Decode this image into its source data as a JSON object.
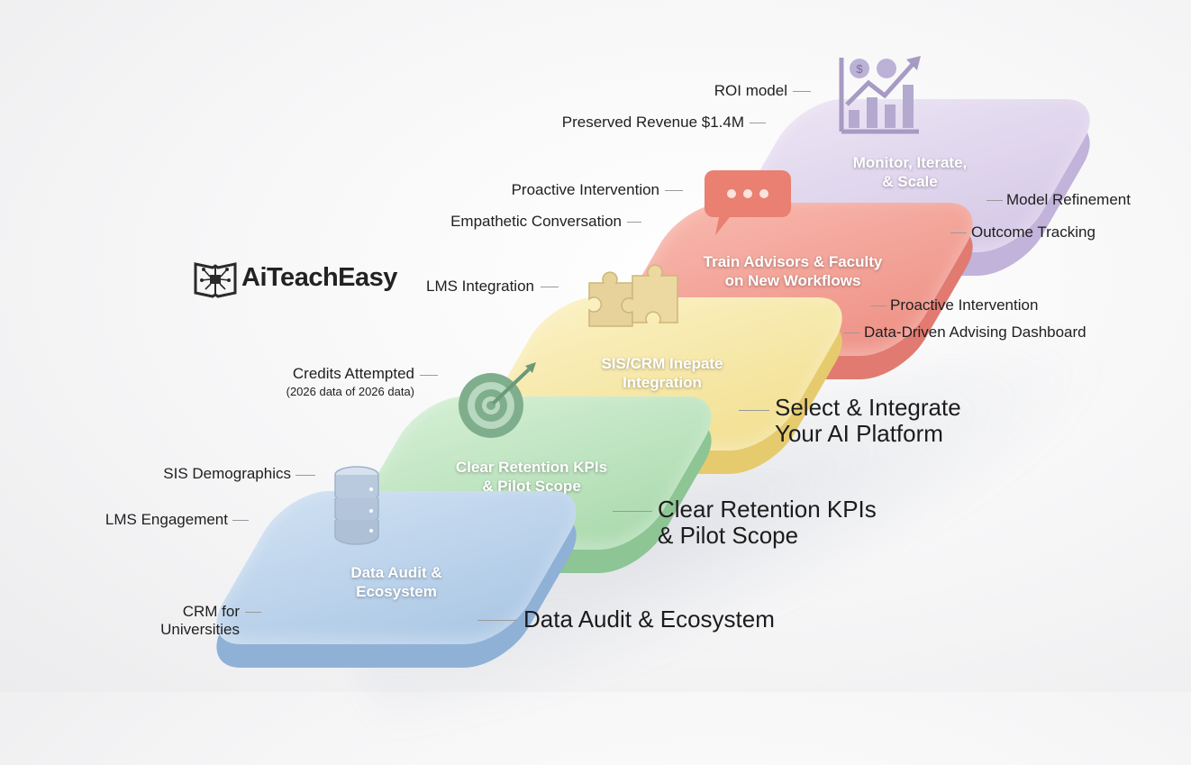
{
  "brand": {
    "name": "AiTeachEasy",
    "icon": "book-circuit-icon"
  },
  "steps": [
    {
      "id": "data-audit",
      "label_line1": "Data Audit &",
      "label_line2": "Ecosystem",
      "title": "Data Audit & Ecosystem",
      "icon": "database-icon",
      "color": "#a9c6e4",
      "notes": [
        "SIS Demographics",
        "LMS Engagement",
        "CRM for",
        "Universities"
      ]
    },
    {
      "id": "retention-kpis",
      "label_line1": "Clear Retention KPIs",
      "label_line2": "& Pilot Scope",
      "title_line1": "Clear Retention KPIs",
      "title_line2": "& Pilot Scope",
      "icon": "target-icon",
      "color": "#a9d9ac",
      "notes": [
        "Credits Attempted",
        "(2026 data of 2026 data)"
      ]
    },
    {
      "id": "integrate-platform",
      "label_line1": "SIS/CRM Inepate",
      "label_line2": "Integration",
      "title_line1": "Select & Integrate",
      "title_line2": "Your AI Platform",
      "icon": "puzzle-icon",
      "color": "#f2df8f",
      "notes": [
        "LMS Integration"
      ]
    },
    {
      "id": "train-advisors",
      "label_line1": "Train Advisors & Faculty",
      "label_line2": "on New Workflows",
      "icon": "chat-bubble-icon",
      "color": "#ee8f84",
      "notes_left": [
        "Proactive Intervention",
        "Empathetic Conversation"
      ],
      "notes_right": [
        "Proactive Intervention",
        "Data-Driven Advising Dashboard"
      ]
    },
    {
      "id": "monitor-scale",
      "label_line1": "Monitor, Iterate,",
      "label_line2": "& Scale",
      "icon": "growth-chart-icon",
      "color": "#d4c8e6",
      "notes_left": [
        "ROI model",
        "Preserved Revenue $1.4M"
      ],
      "notes_right": [
        "Model Refinement",
        "Outcome Tracking"
      ]
    }
  ]
}
